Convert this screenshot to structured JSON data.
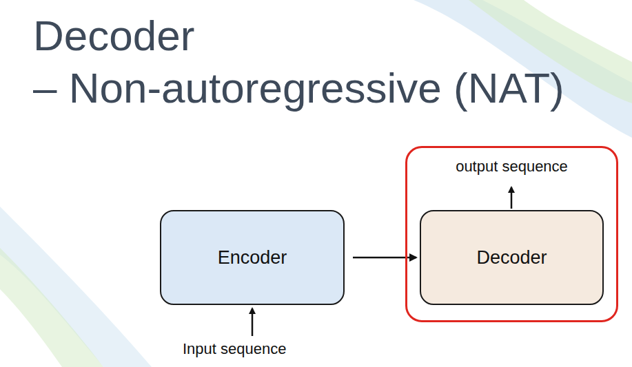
{
  "diagram": {
    "title": "Decoder – Non-autoregressive (NAT)",
    "nodes": [
      {
        "text": [
          "Encoder"
        ]
      },
      {
        "text": [
          "output sequence"
        ]
      },
      {
        "text": [
          "Decoder"
        ],
        "in": 1
      }
    ],
    "edges": [
      {
        "from": 0,
        "to": 2,
        "arrow": "to"
      }
    ],
    "labels": [
      "Input sequence"
    ]
  }
}
